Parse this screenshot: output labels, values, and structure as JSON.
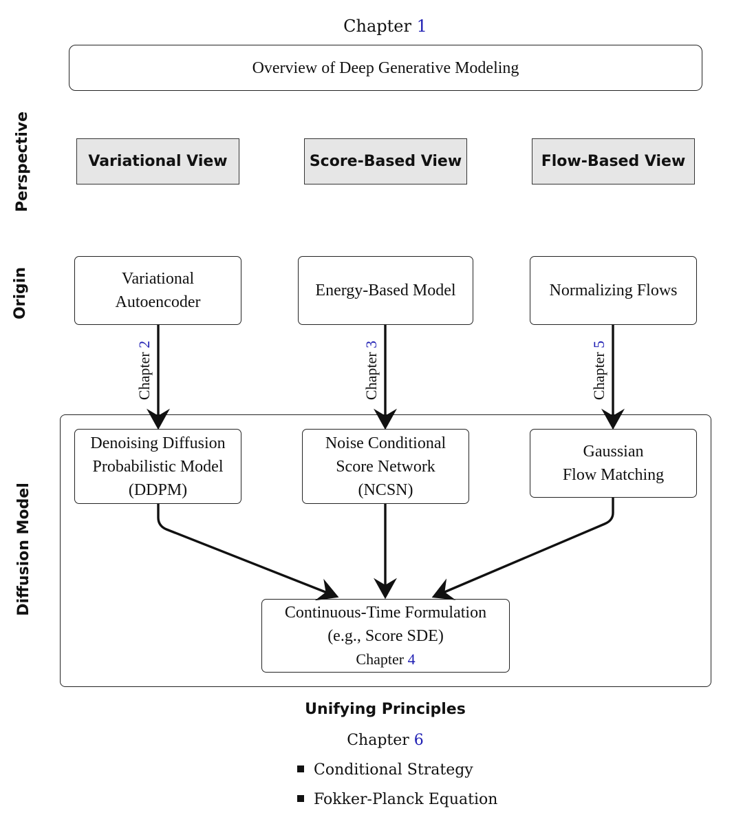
{
  "top": {
    "chapter_prefix": "Chapter",
    "chapter_num": "1",
    "title": "Overview of Deep Generative Modeling"
  },
  "side_labels": {
    "perspective": "Perspective",
    "origin": "Origin",
    "diffusion": "Diffusion Model"
  },
  "perspectives": [
    "Variational View",
    "Score-Based View",
    "Flow-Based View"
  ],
  "origins": {
    "vae": [
      "Variational",
      "Autoencoder"
    ],
    "ebm": "Energy-Based Model",
    "nf": "Normalizing Flows"
  },
  "arrow_chapters": {
    "prefix": "Chapter",
    "vae": "2",
    "ebm": "3",
    "nf": "5"
  },
  "diffusion_models": {
    "ddpm": [
      "Denoising Diffusion",
      "Probabilistic Model",
      "(DDPM)"
    ],
    "ncsn": [
      "Noise Conditional",
      "Score Network",
      "(NCSN)"
    ],
    "gfm": [
      "Gaussian",
      "Flow Matching"
    ]
  },
  "continuous": {
    "line1": "Continuous-Time Formulation",
    "line2": "(e.g., Score SDE)",
    "chapter_prefix": "Chapter",
    "chapter_num": "4"
  },
  "unifying": {
    "title": "Unifying Principles",
    "chapter_prefix": "Chapter",
    "chapter_num": "6",
    "items": [
      "Conditional Strategy",
      "Fokker-Planck Equation"
    ]
  }
}
